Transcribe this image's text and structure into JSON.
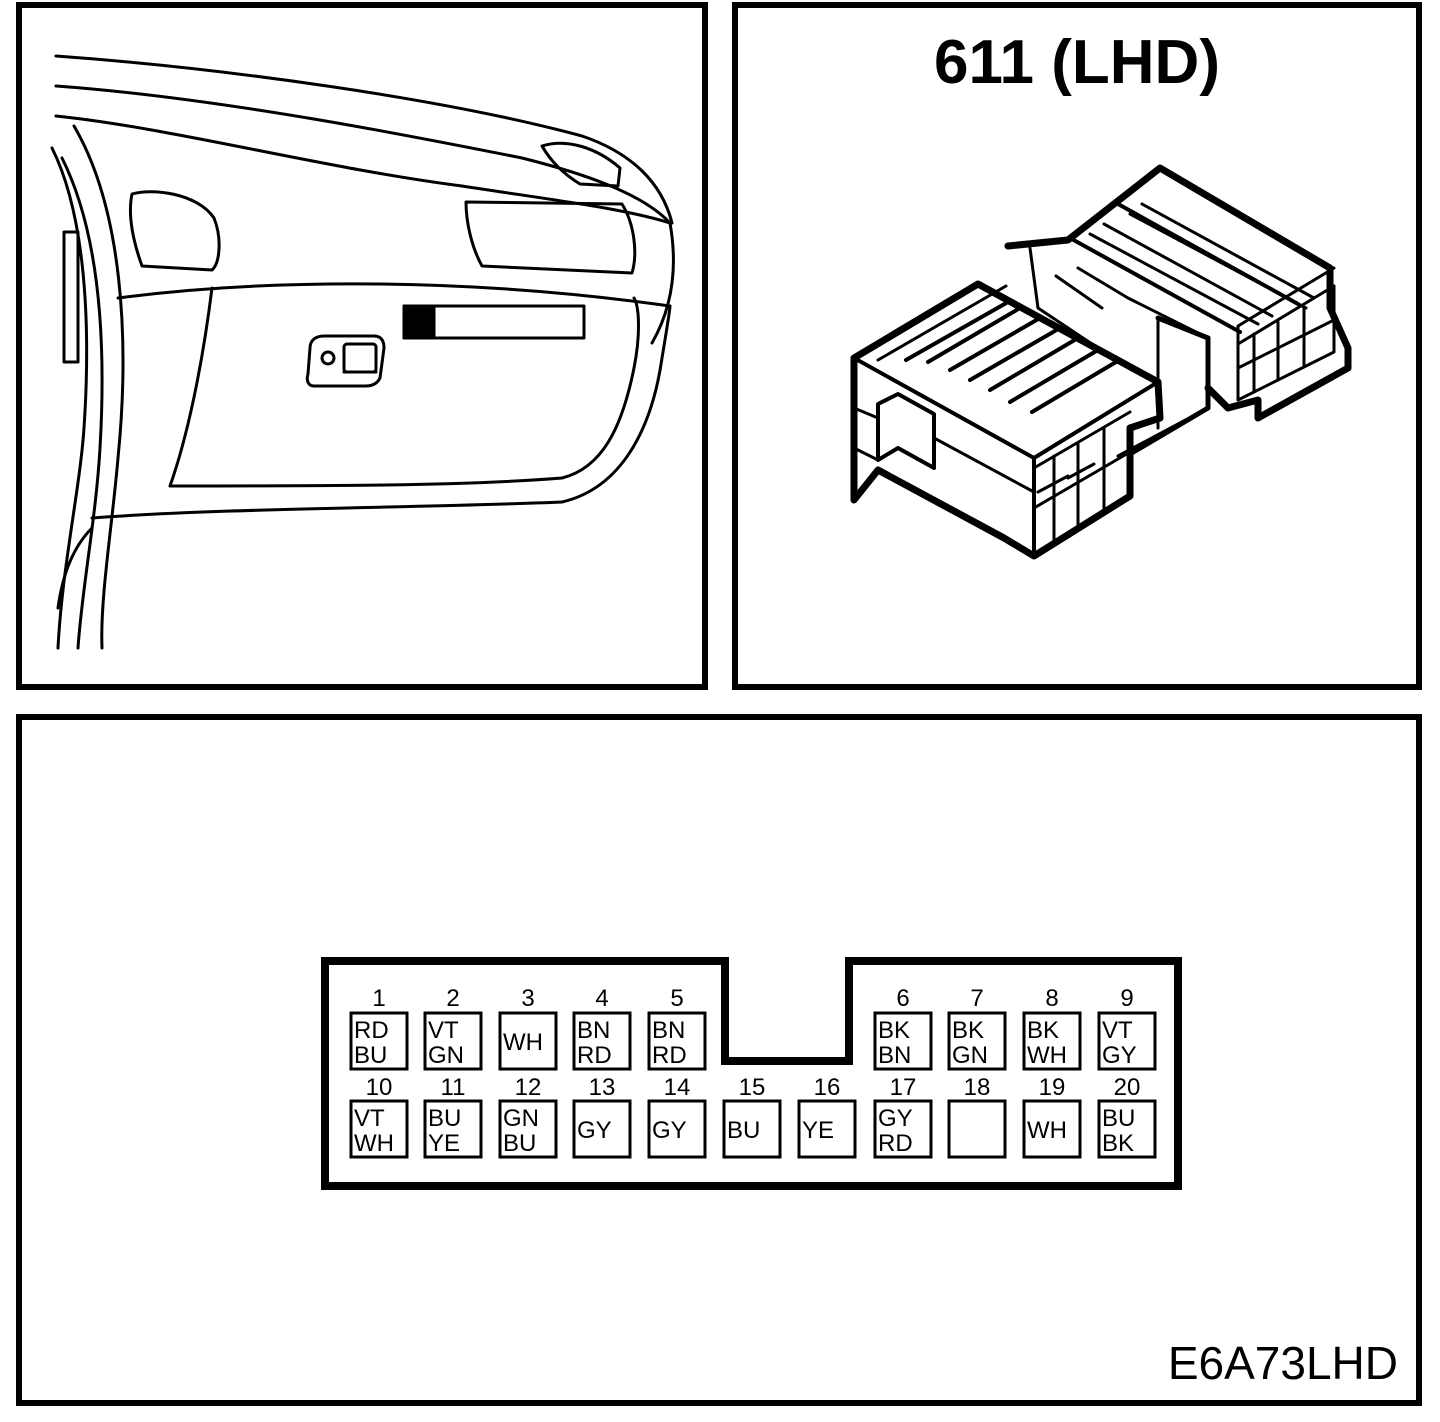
{
  "connector": {
    "title": "611 (LHD)"
  },
  "diagram_code": "E6A73LHD",
  "pins": [
    {
      "number": "1",
      "colors": [
        "RD",
        "BU"
      ]
    },
    {
      "number": "2",
      "colors": [
        "VT",
        "GN"
      ]
    },
    {
      "number": "3",
      "colors": [
        "WH"
      ]
    },
    {
      "number": "4",
      "colors": [
        "BN",
        "RD"
      ]
    },
    {
      "number": "5",
      "colors": [
        "BN",
        "RD"
      ]
    },
    {
      "number": "6",
      "colors": [
        "BK",
        "BN"
      ]
    },
    {
      "number": "7",
      "colors": [
        "BK",
        "GN"
      ]
    },
    {
      "number": "8",
      "colors": [
        "BK",
        "WH"
      ]
    },
    {
      "number": "9",
      "colors": [
        "VT",
        "GY"
      ]
    },
    {
      "number": "10",
      "colors": [
        "VT",
        "WH"
      ]
    },
    {
      "number": "11",
      "colors": [
        "BU",
        "YE"
      ]
    },
    {
      "number": "12",
      "colors": [
        "GN",
        "BU"
      ]
    },
    {
      "number": "13",
      "colors": [
        "GY"
      ]
    },
    {
      "number": "14",
      "colors": [
        "GY"
      ]
    },
    {
      "number": "15",
      "colors": [
        "BU"
      ]
    },
    {
      "number": "16",
      "colors": [
        "YE"
      ]
    },
    {
      "number": "17",
      "colors": [
        "GY",
        "RD"
      ]
    },
    {
      "number": "18",
      "colors": []
    },
    {
      "number": "19",
      "colors": [
        "WH"
      ]
    },
    {
      "number": "20",
      "colors": [
        "BU",
        "BK"
      ]
    }
  ]
}
